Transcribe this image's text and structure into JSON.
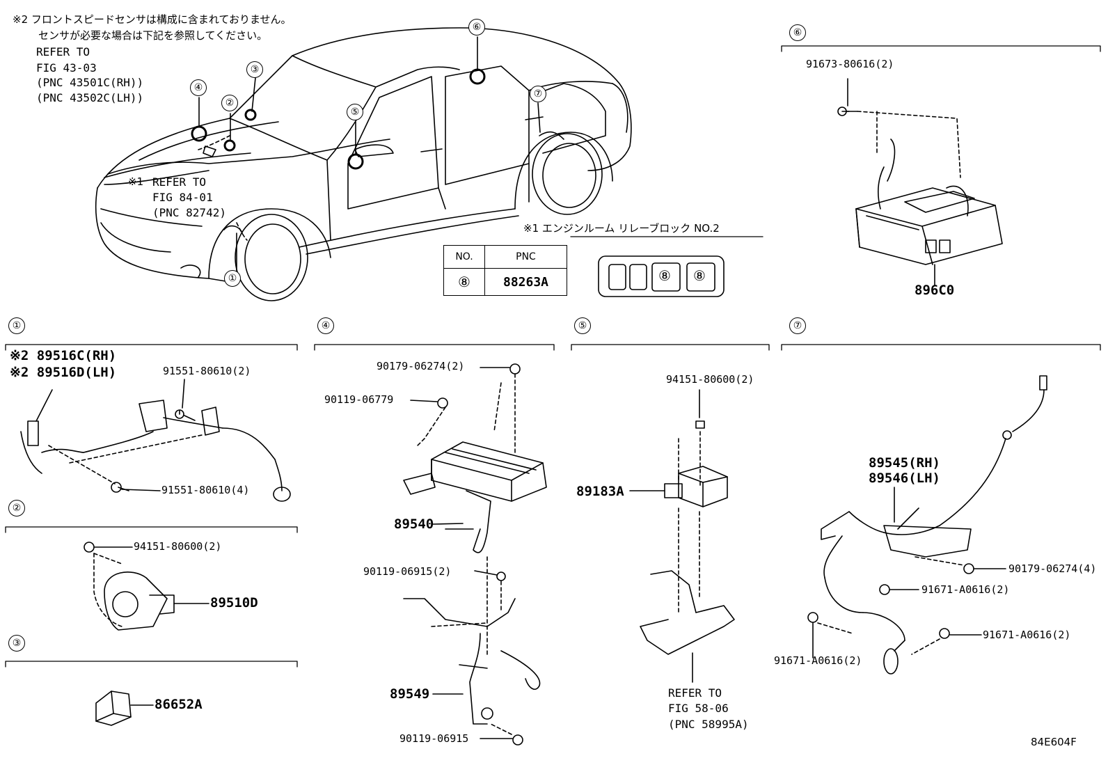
{
  "notes": {
    "note2_line1": "※2 フロントスピードセンサは構成に含まれておりません。",
    "note2_line2": "センサが必要な場合は下記を参照してください。",
    "ref1_l1": "REFER TO",
    "ref1_l2": "FIG 43-03",
    "ref1_l3": "(PNC 43501C(RH))",
    "ref1_l4": "(PNC 43502C(LH))",
    "ref2_prefix": "※1",
    "ref2_l1": "REFER TO",
    "ref2_l2": "FIG 84-01",
    "ref2_l3": "(PNC 82742)",
    "relay_block": "※1 エンジンルーム リレーブロック NO.2",
    "ref3_l1": "REFER TO",
    "ref3_l2": "FIG 58-06",
    "ref3_l3": "(PNC 58995A)"
  },
  "car_callouts": [
    "①",
    "②",
    "③",
    "④",
    "⑤",
    "⑥",
    "⑦"
  ],
  "pnc_table": {
    "header_no": "NO.",
    "header_pnc": "PNC",
    "row_no": "⑧",
    "row_pnc": "88263A"
  },
  "relay_slots": [
    "",
    "",
    "⑧",
    "⑧"
  ],
  "sections": {
    "s1": {
      "num": "①",
      "main1": "※2 89516C(RH)",
      "main2": "※2 89516D(LH)",
      "bolt_a": "91551-80610(2)",
      "bolt_b": "91551-80610(4)"
    },
    "s2": {
      "num": "②",
      "nut": "94151-80600(2)",
      "part": "89510D"
    },
    "s3": {
      "num": "③",
      "part": "86652A"
    },
    "s4": {
      "num": "④",
      "nut_a": "90179-06274(2)",
      "bolt_a": "90119-06779",
      "ecu": "89540",
      "bolt_b": "90119-06915(2)",
      "bracket": "89549",
      "bolt_c": "90119-06915"
    },
    "s5": {
      "num": "⑤",
      "nut": "94151-80600(2)",
      "part": "89183A"
    },
    "s6": {
      "num": "⑥",
      "bolt": "91673-80616(2)",
      "part": "896C0"
    },
    "s7": {
      "num": "⑦",
      "main1": "89545(RH)",
      "main2": "89546(LH)",
      "nut": "90179-06274(4)",
      "bolt_a": "91671-A0616(2)",
      "bolt_b": "91671-A0616(2)",
      "bolt_c": "91671-A0616(2)"
    }
  },
  "figure_id": "84E604F"
}
